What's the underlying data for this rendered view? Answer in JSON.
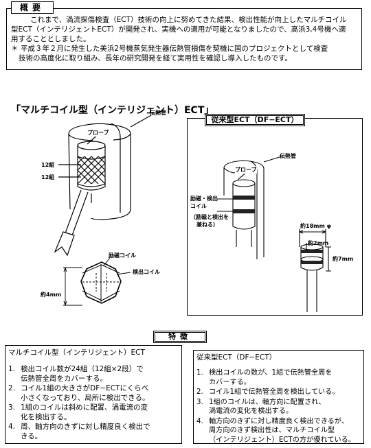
{
  "overview": {
    "tag": "概要",
    "lines": [
      "これまで、渦流探傷検査（ECT）技術の向上に努めてきた結果、検出性能が向上したマルチコイル",
      "型ECT（インテリジェントECT）が開発され、実機への適用が可能となりましたので、高浜3,4号機へ適",
      "用することとしました。"
    ],
    "note_lines": [
      "＊ 平成３年２月に発生した美浜2号機蒸気発生器伝熱管損傷を契機に国のプロジェクトとして検査",
      "技術の高度化に取り組み、長年の研究開発を経て実用性を確認し導入したものです。"
    ]
  },
  "left_diagram": {
    "title": "「マルチコイル型（インテリジェント）ECT」",
    "tube_label": "伝熱管",
    "probe_label": "プローブ",
    "group12_a": "12組",
    "group12_b": "12組",
    "excite_label": "励磁コイル",
    "detect_label": "検出コイル",
    "dim_label": "約4mm"
  },
  "right_diagram": {
    "tag": "従来型ECT（DF−ECT）",
    "tube_label": "伝熱管",
    "probe_label": "プローブ",
    "coil_label_1": "励磁・検出",
    "coil_label_2": "コイル",
    "coil_note_1": "（励磁と検出を",
    "coil_note_2": "兼ねる）",
    "dim_18": "約18mm φ",
    "dim_2": "約2mm",
    "dim_7": "約7mm"
  },
  "features": {
    "tag": "特徴",
    "left": {
      "title": "マルチコイル型（インテリジェント）ECT",
      "items": [
        {
          "num": "1.",
          "lines": [
            "検出コイル数が24組（12組×2段）で",
            "伝熱管全周をカバーする。"
          ]
        },
        {
          "num": "2.",
          "lines": [
            "コイル1組の大きさがDF−ECTにくらべ",
            "小さくなっており、局所に検出できる。"
          ]
        },
        {
          "num": "3.",
          "lines": [
            "1組のコイルは斜めに配置、渦電流の変",
            "化を検出する。"
          ]
        },
        {
          "num": "4.",
          "lines": [
            "周、軸方向のきずに対し精度良く検出で",
            "きる。"
          ]
        }
      ]
    },
    "right": {
      "title": "従来型ECT（DF−ECT）",
      "items": [
        {
          "num": "1.",
          "lines": [
            "検出コイルの数が、1組で伝熱管全周を",
            "カバーする。"
          ]
        },
        {
          "num": "2.",
          "lines": [
            "コイル1組で伝熱管全周を検出している。"
          ]
        },
        {
          "num": "3.",
          "lines": [
            "1組のコイルは、軸方向に配置され、",
            "渦電流の変化を検出する。"
          ]
        },
        {
          "num": "4.",
          "lines": [
            "軸方向のきずに対し精度良く検出できるが、",
            "周方向のきず検出性は、マルチコイル型",
            "（インテリジェント）ECTの方が優れている。"
          ]
        }
      ]
    }
  }
}
